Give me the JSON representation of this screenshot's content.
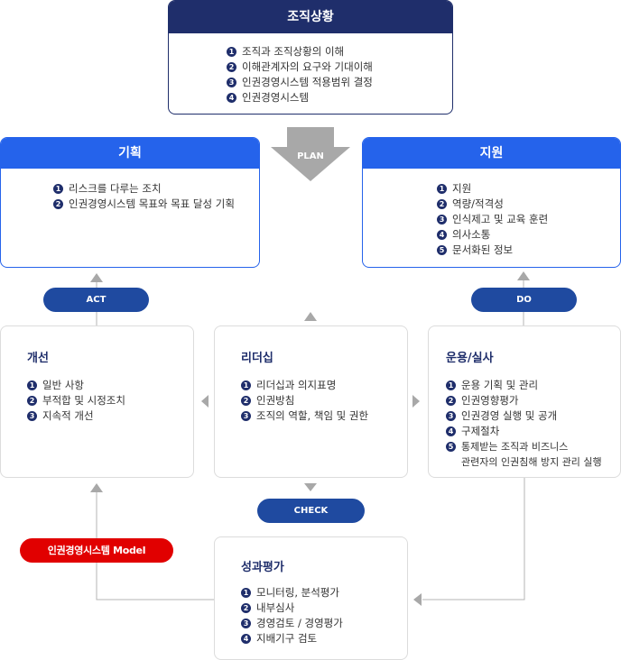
{
  "context": {
    "title": "조직상황",
    "items": [
      "조직과 조직상황의 이해",
      "이해관계자의 요구와 기대이해",
      "인권경영시스템 적용범위 결정",
      "인권경영시스템"
    ]
  },
  "plan": {
    "title": "기획",
    "items": [
      "리스크를 다루는 조치",
      "인권경영시스템 목표와 목표 달성 기획"
    ]
  },
  "support": {
    "title": "지원",
    "items": [
      "지원",
      "역량/적격성",
      "인식제고 및 교육 훈련",
      "의사소통",
      "문서화된 정보"
    ]
  },
  "improvement": {
    "title": "개선",
    "items": [
      "일반 사항",
      "부적합 및 시정조치",
      "지속적 개선"
    ]
  },
  "leadership": {
    "title": "리더십",
    "items": [
      "리더십과 의지표명",
      "인권방침",
      "조직의 역할, 책임 및 권한"
    ]
  },
  "operation": {
    "title": "운용/실사",
    "items": [
      "운용 기획 및 관리",
      "인권영향평가",
      "인권경영 실행 및 공개",
      "구제절차",
      "통제받는 조직과 비즈니스\n관련자의 인권침해 방지 관리 실행"
    ]
  },
  "evaluation": {
    "title": "성과평가",
    "items": [
      "모니터링, 분석평가",
      "내부심사",
      "경영검토 / 경영평가",
      "지배기구 검토"
    ]
  },
  "labels": {
    "plan": "PLAN",
    "act": "ACT",
    "do": "DO",
    "check": "CHECK",
    "model": "인권경영시스템 Model"
  },
  "colors": {
    "navy": "#1f2e6b",
    "blue": "#2563eb",
    "pill_blue": "#1f4aa0",
    "red": "#e10000",
    "arrow_gray": "#a8a8a8"
  }
}
